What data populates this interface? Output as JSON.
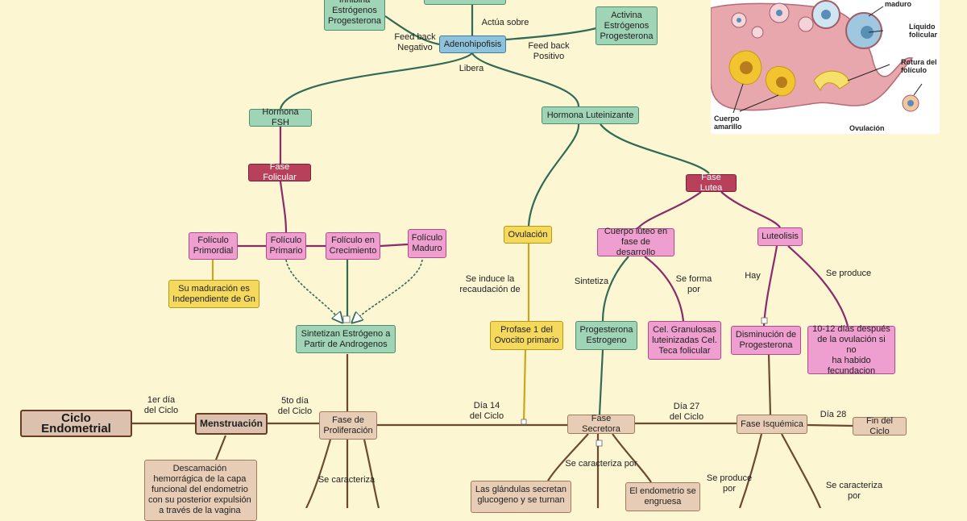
{
  "nodes": {
    "inhibina": "Inhibina\nEstrógenos\nProgesterona",
    "activina": "Activina\nEstrógenos\nProgesterona",
    "adenohipofisis": "Adenohipofisis",
    "fsh": "Hormona FSH",
    "lh": "Hormona Luteinizante",
    "fase_folicular": "Fase Folicular",
    "fase_lutea": "Fase Lutea",
    "foliculo_primordial": "Folículo\nPrimordial",
    "foliculo_primario": "Folículo\nPrimario",
    "foliculo_crecimiento": "Folículo en\nCrecimiento",
    "foliculo_maduro": "Folículo\nMaduro",
    "maduracion": "Su maduración es\nIndependiente de Gn",
    "sintetizan": "Sintetizan Estrógeno a\nPartir de Androgenos",
    "ovulacion": "Ovulación",
    "profase": "Profase 1 del\nOvocito primario",
    "cuerpo_luteo": "Cuerpo lúteo en\nfase de desarrollo",
    "luteolisis": "Luteolisis",
    "progesterona_estrogeno": "Progesterona\nEstrogeno",
    "cel_granulosas": "Cel. Granulosas\nluteinizadas Cel.\nTeca folicular",
    "disminucion": "Disminución de\nProgesterona",
    "dias_10_12": "10-12 días después\nde la ovulación si no\nha habido\nfecundacion",
    "ciclo_endometrial": "Ciclo Endometrial",
    "menstruacion": "Menstruación",
    "fase_proliferacion": "Fase de\nProliferación",
    "fase_secretora": "Fase Secretora",
    "fase_isquemica": "Fase Isquémica",
    "fin_ciclo": "Fin del Ciclo",
    "descamacion": "Descamación\nhemorrágica de la capa\nfuncional del endometrio\ncon su posterior expulsión\na través de la vagina",
    "glandulas": "Las glándulas secretan\nglucogeno y se turnan",
    "endometrio_engruesa": "El endometrio se\nengruesa"
  },
  "labels": {
    "actua_sobre": "Actúa sobre",
    "feedback_negativo": "Feed back\nNegativo",
    "feedback_positivo": "Feed back\nPositivo",
    "libera": "Libera",
    "se_induce": "Se induce la\nrecaudación de",
    "sintetiza": "Sintetiza",
    "se_forma_por": "Se forma\npor",
    "hay": "Hay",
    "se_produce": "Se produce",
    "primer_dia": "1er día\ndel Ciclo",
    "quinto_dia": "5to día\ndel Ciclo",
    "dia_14": "Día 14\ndel Ciclo",
    "dia_27": "Día 27\ndel Ciclo",
    "dia_28": "Día 28",
    "se_caracteriza": "Se caracteriza",
    "se_caracteriza_por": "Se caracteriza por",
    "se_produce_por": "Se produce\npor",
    "se_caracteriza_por_2": "Se caracteriza\npor"
  },
  "illustration": {
    "maduro": "maduro",
    "liquido_folicular": "Líquido\nfolicular",
    "rotura_foliculo": "Rotura del\nfolículo",
    "cuerpo_amarillo": "Cuerpo\namarillo",
    "ovulacion": "Ovulación"
  },
  "colors": {
    "background": "#fdf6d3",
    "green_node": "#9fd4b6",
    "blue_node": "#8fc3dc",
    "pink_node": "#ee9fcf",
    "red_node": "#b8405a",
    "yellow_node": "#f5d95c",
    "tan_node": "#e8cdb6",
    "green_link": "#2f6b55",
    "pink_link": "#8a2a6a",
    "yellow_link": "#c9a71a",
    "brown_link": "#6b4a30"
  }
}
